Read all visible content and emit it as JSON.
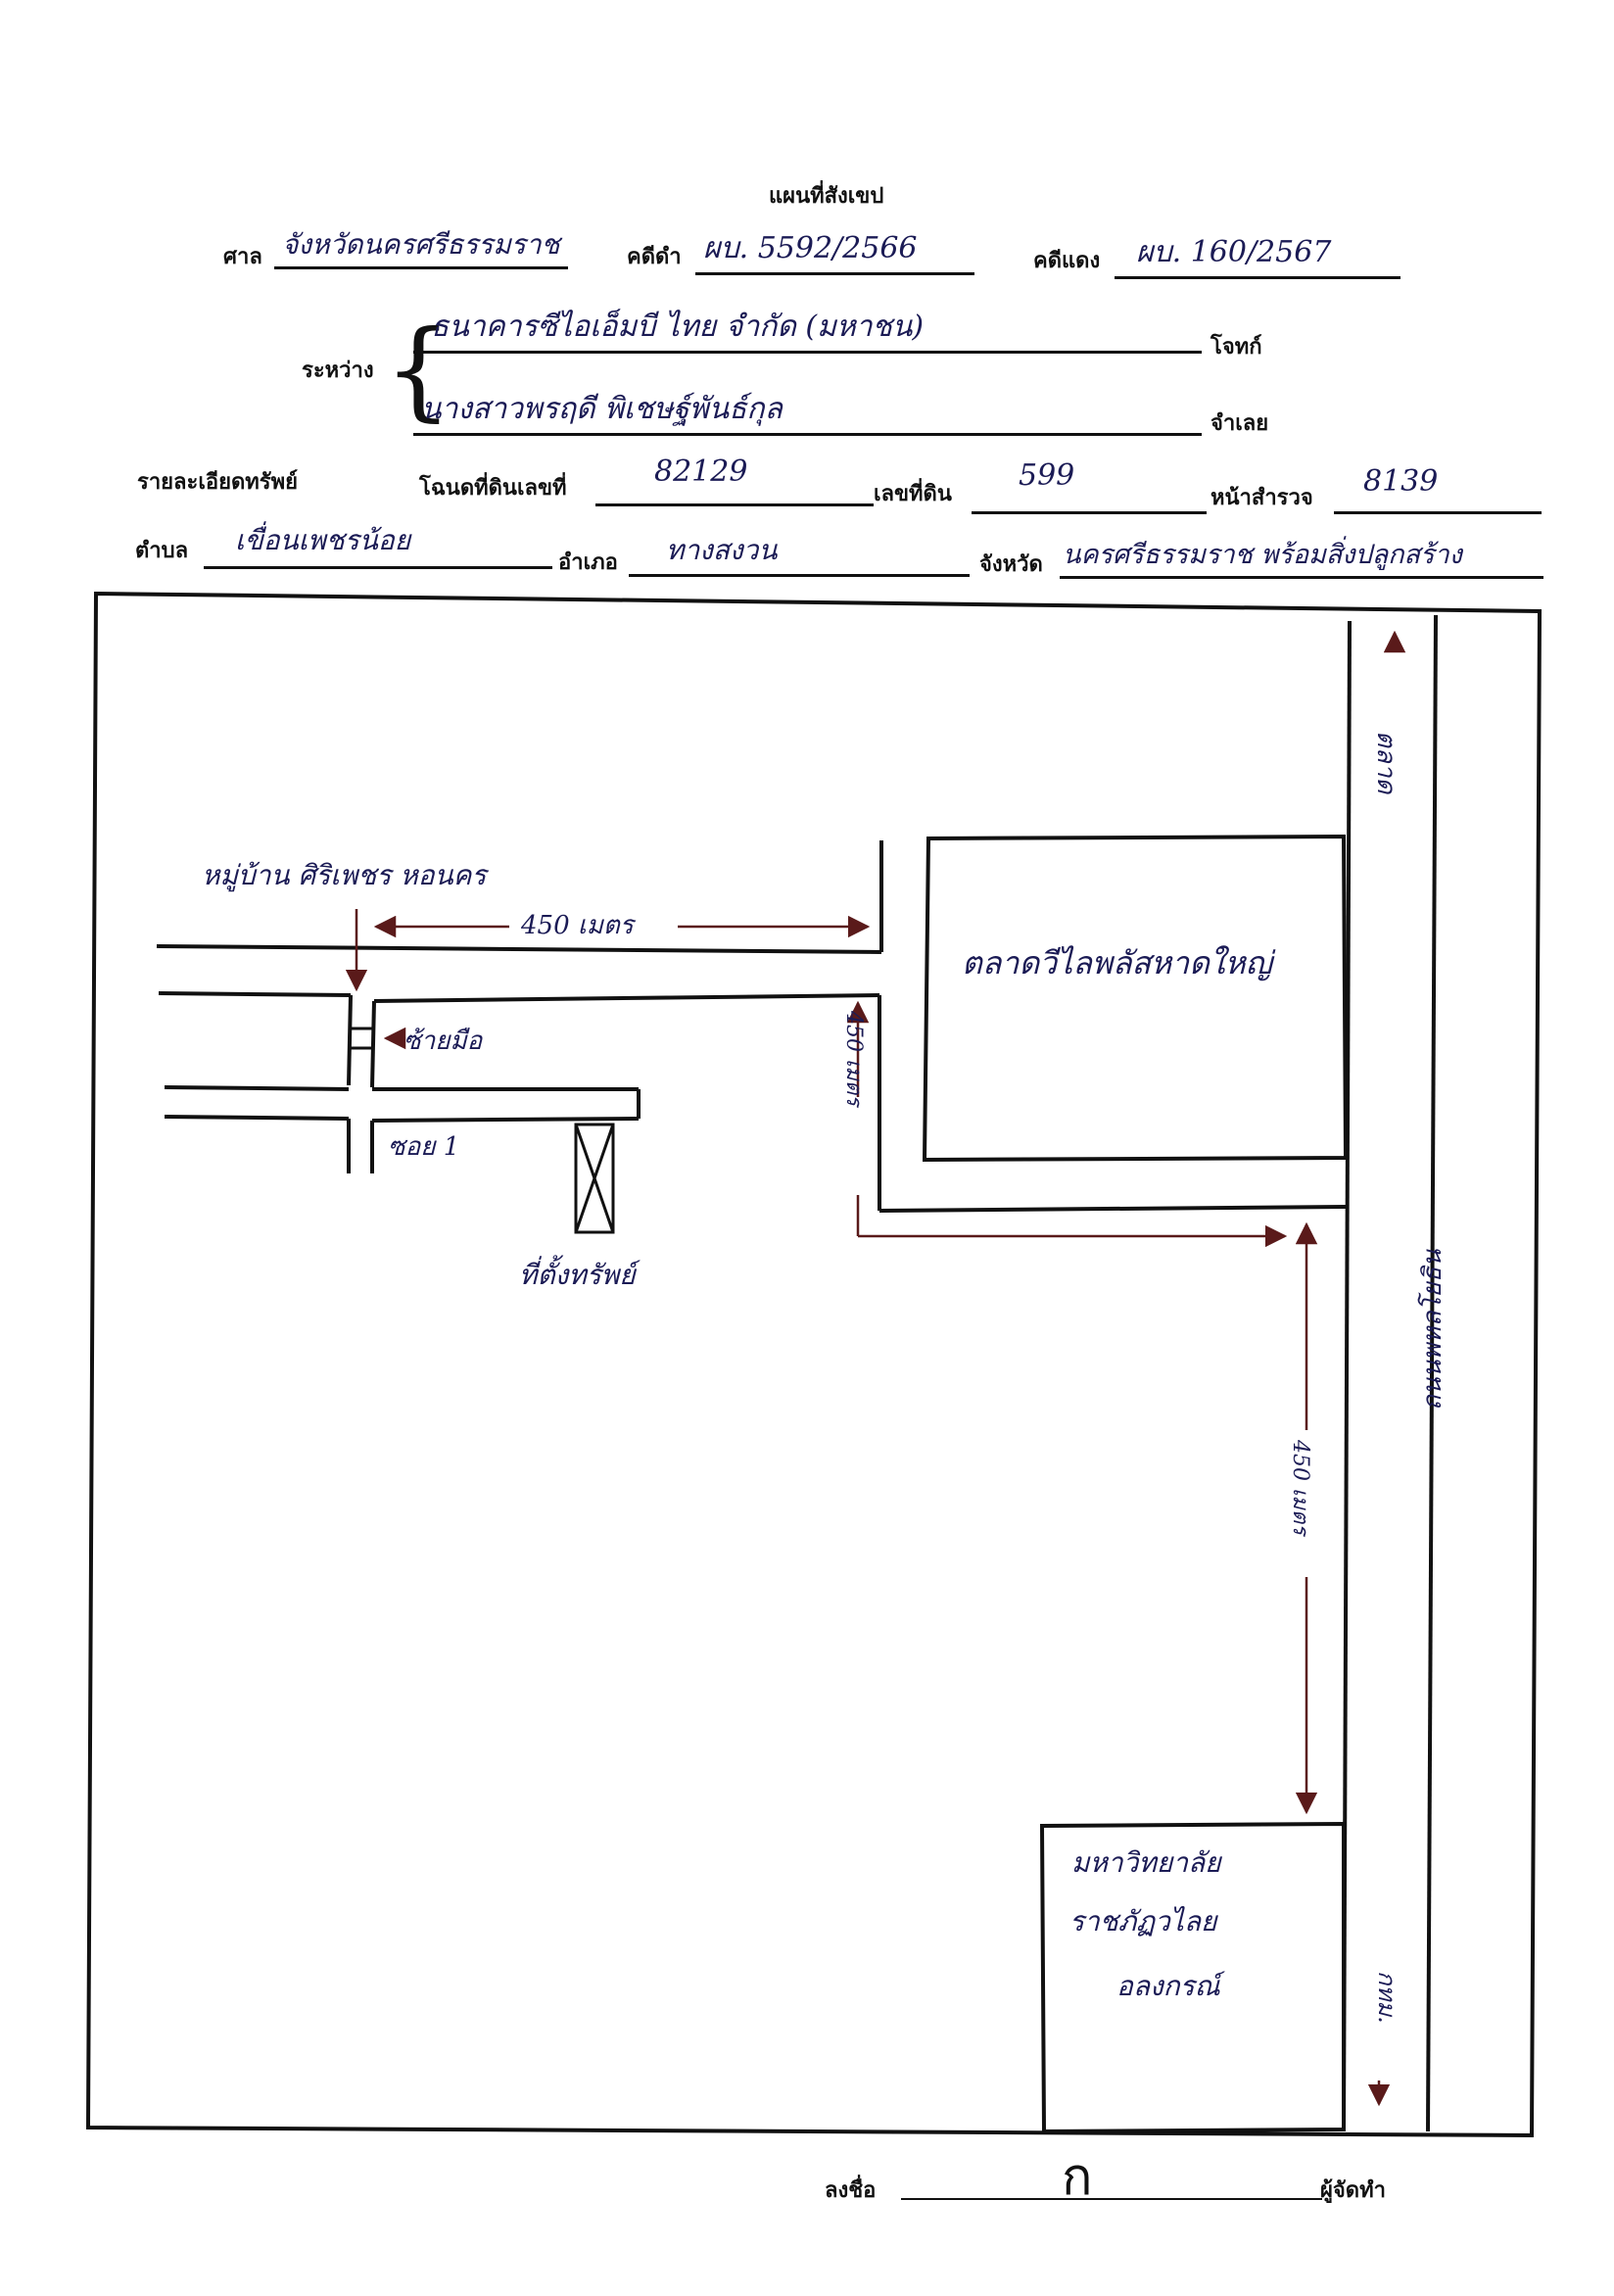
{
  "title": "แผนที่สังเขป",
  "header": {
    "court_label": "ศาล",
    "court_value": "จังหวัดนครศรีธรรมราช",
    "black_case_label": "คดีดำ",
    "black_case_value": "ผบ. 5592/2566",
    "red_case_label": "คดีแดง",
    "red_case_value": "ผบ. 160/2567",
    "between_label": "ระหว่าง",
    "plaintiff_value": "ธนาคารซีไอเอ็มบี ไทย จำกัด (มหาชน)",
    "plaintiff_label": "โจทก์",
    "defendant_value": "นางสาวพรฤดี พิเชษฐ์พันธ์กุล",
    "defendant_label": "จำเลย"
  },
  "property": {
    "details_label": "รายละเอียดทรัพย์",
    "deed_label": "โฉนดที่ดินเลขที่",
    "deed_value": "82129",
    "land_no_label": "เลขที่ดิน",
    "land_no_value": "599",
    "survey_label": "หน้าสำรวจ",
    "survey_value": "8139",
    "subdistrict_label": "ตำบล",
    "subdistrict_value": "เขื่อนเพชรน้อย",
    "district_label": "อำเภอ",
    "district_value": "ทางสงวน",
    "province_label": "จังหวัด",
    "province_value": "นครศรีธรรมราช พร้อมสิ่งปลูกสร้าง"
  },
  "map": {
    "village_label": "หมู่บ้าน ศิริเพชร หอนคร",
    "distance_top": "450 เมตร",
    "landmark_top": "ตลาดวีไลพลัสหาดใหญ่",
    "to_label_top": "ตลาด",
    "road_label": "ถนนพหลโยธิน",
    "distance_vertical_1": "450 เมตร",
    "distance_vertical_2": "450 เมตร",
    "entrance_label": "ซ้ายมือ",
    "soi_label": "ซอย 1",
    "property_label": "ที่ตั้งทรัพย์",
    "university_label_1": "มหาวิทยาลัย",
    "university_label_2": "ราชภัฏวไลย",
    "university_label_3": "อลงกรณ์",
    "to_label_bottom": "กทม."
  },
  "footer": {
    "sign_label": "ลงชื่อ",
    "signature": "ก",
    "maker_label": "ผู้จัดทำ"
  }
}
